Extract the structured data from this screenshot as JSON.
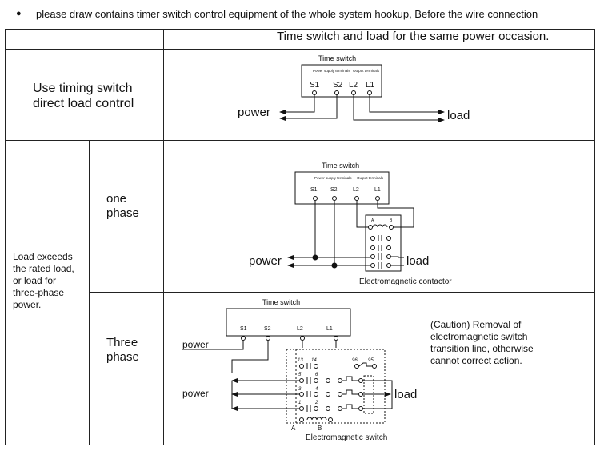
{
  "header": {
    "note": "please draw contains timer switch control equipment of the whole system hookup, Before the wire connection",
    "bullet": "●"
  },
  "table": {
    "col_header_right": "Time switch and load for the same power occasion.",
    "row1": {
      "label_line1": "Use timing switch",
      "label_line2": "direct  load control"
    },
    "row2_group_label": [
      "Load exceeds",
      "the rated load,",
      "or load for",
      "three-phase",
      "power."
    ],
    "row2a": {
      "label_line1": "one",
      "label_line2": "phase"
    },
    "row2b": {
      "label_line1": "Three",
      "label_line2": "phase"
    }
  },
  "diagram1": {
    "title": "Time switch",
    "left_block": "Power supply terminals",
    "right_block": "Output terminals",
    "terminals": [
      "S1",
      "S2",
      "L2",
      "L1"
    ],
    "power": "power",
    "load": "load"
  },
  "diagram2": {
    "title": "Time switch",
    "left_block": "Power supply terminals",
    "right_block": "Output terminals",
    "terminals": [
      "S1",
      "S2",
      "L2",
      "L1"
    ],
    "coil_labels": [
      "A",
      "B"
    ],
    "power": "power",
    "load": "load",
    "contactor": "Electromagnetic contactor"
  },
  "diagram3": {
    "title": "Time switch",
    "terminals": [
      "S1",
      "S2",
      "L2",
      "L1"
    ],
    "power_top": "power",
    "power_bottom": "power",
    "load": "load",
    "numbers_top": [
      "13",
      "14",
      "96",
      "95"
    ],
    "numbers_mid": [
      "5",
      "6",
      "3",
      "4",
      "1",
      "2"
    ],
    "coil_labels": [
      "A",
      "B"
    ],
    "switch": "Electromagnetic switch",
    "caution": [
      "(Caution) Removal of",
      "electromagnetic switch",
      "transition line, otherwise",
      "cannot correct action."
    ]
  }
}
